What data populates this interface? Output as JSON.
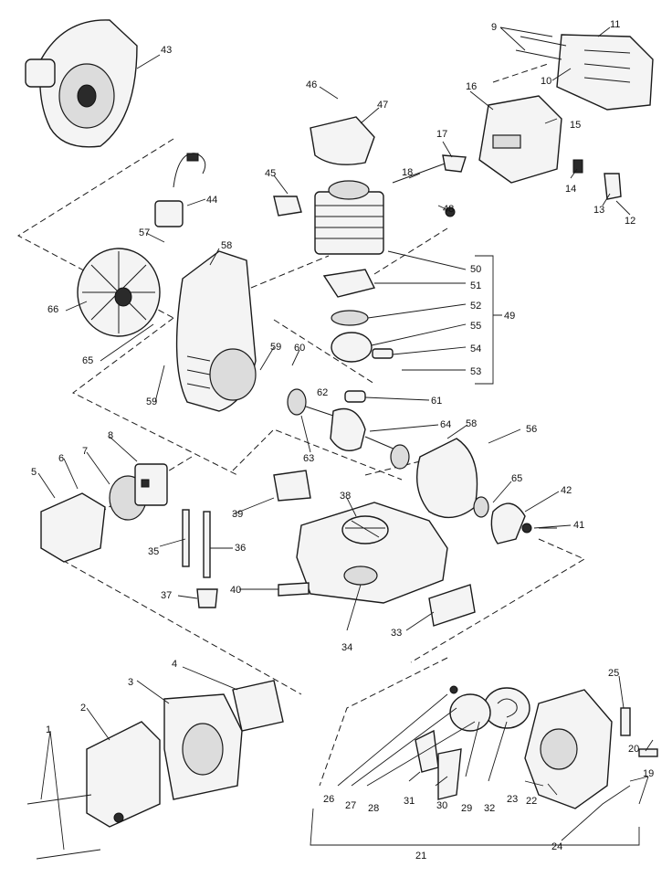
{
  "callouts": {
    "c1": "1",
    "c2": "2",
    "c3": "3",
    "c4": "4",
    "c5": "5",
    "c6": "6",
    "c7": "7",
    "c8": "8",
    "c9": "9",
    "c10": "10",
    "c11": "11",
    "c12": "12",
    "c13": "13",
    "c14": "14",
    "c15": "15",
    "c16": "16",
    "c17": "17",
    "c18": "18",
    "c19": "19",
    "c20": "20",
    "c21": "21",
    "c22": "22",
    "c23": "23",
    "c24": "24",
    "c25": "25",
    "c26": "26",
    "c27": "27",
    "c28": "28",
    "c29": "29",
    "c30": "30",
    "c31": "31",
    "c32": "32",
    "c33": "33",
    "c34": "34",
    "c35": "35",
    "c36": "36",
    "c37": "37",
    "c38": "38",
    "c39": "39",
    "c40": "40",
    "c41": "41",
    "c42": "42",
    "c43": "43",
    "c44": "44",
    "c45": "45",
    "c46": "46",
    "c47": "47",
    "c48": "48",
    "c49": "49",
    "c50": "50",
    "c51": "51",
    "c52": "52",
    "c53": "53",
    "c54": "54",
    "c55": "55",
    "c56": "56",
    "c57": "57",
    "c58a": "58",
    "c58b": "58",
    "c59a": "59",
    "c59b": "59",
    "c60": "60",
    "c61": "61",
    "c62": "62",
    "c63": "63",
    "c64": "64",
    "c65": "65",
    "c66": "66"
  }
}
